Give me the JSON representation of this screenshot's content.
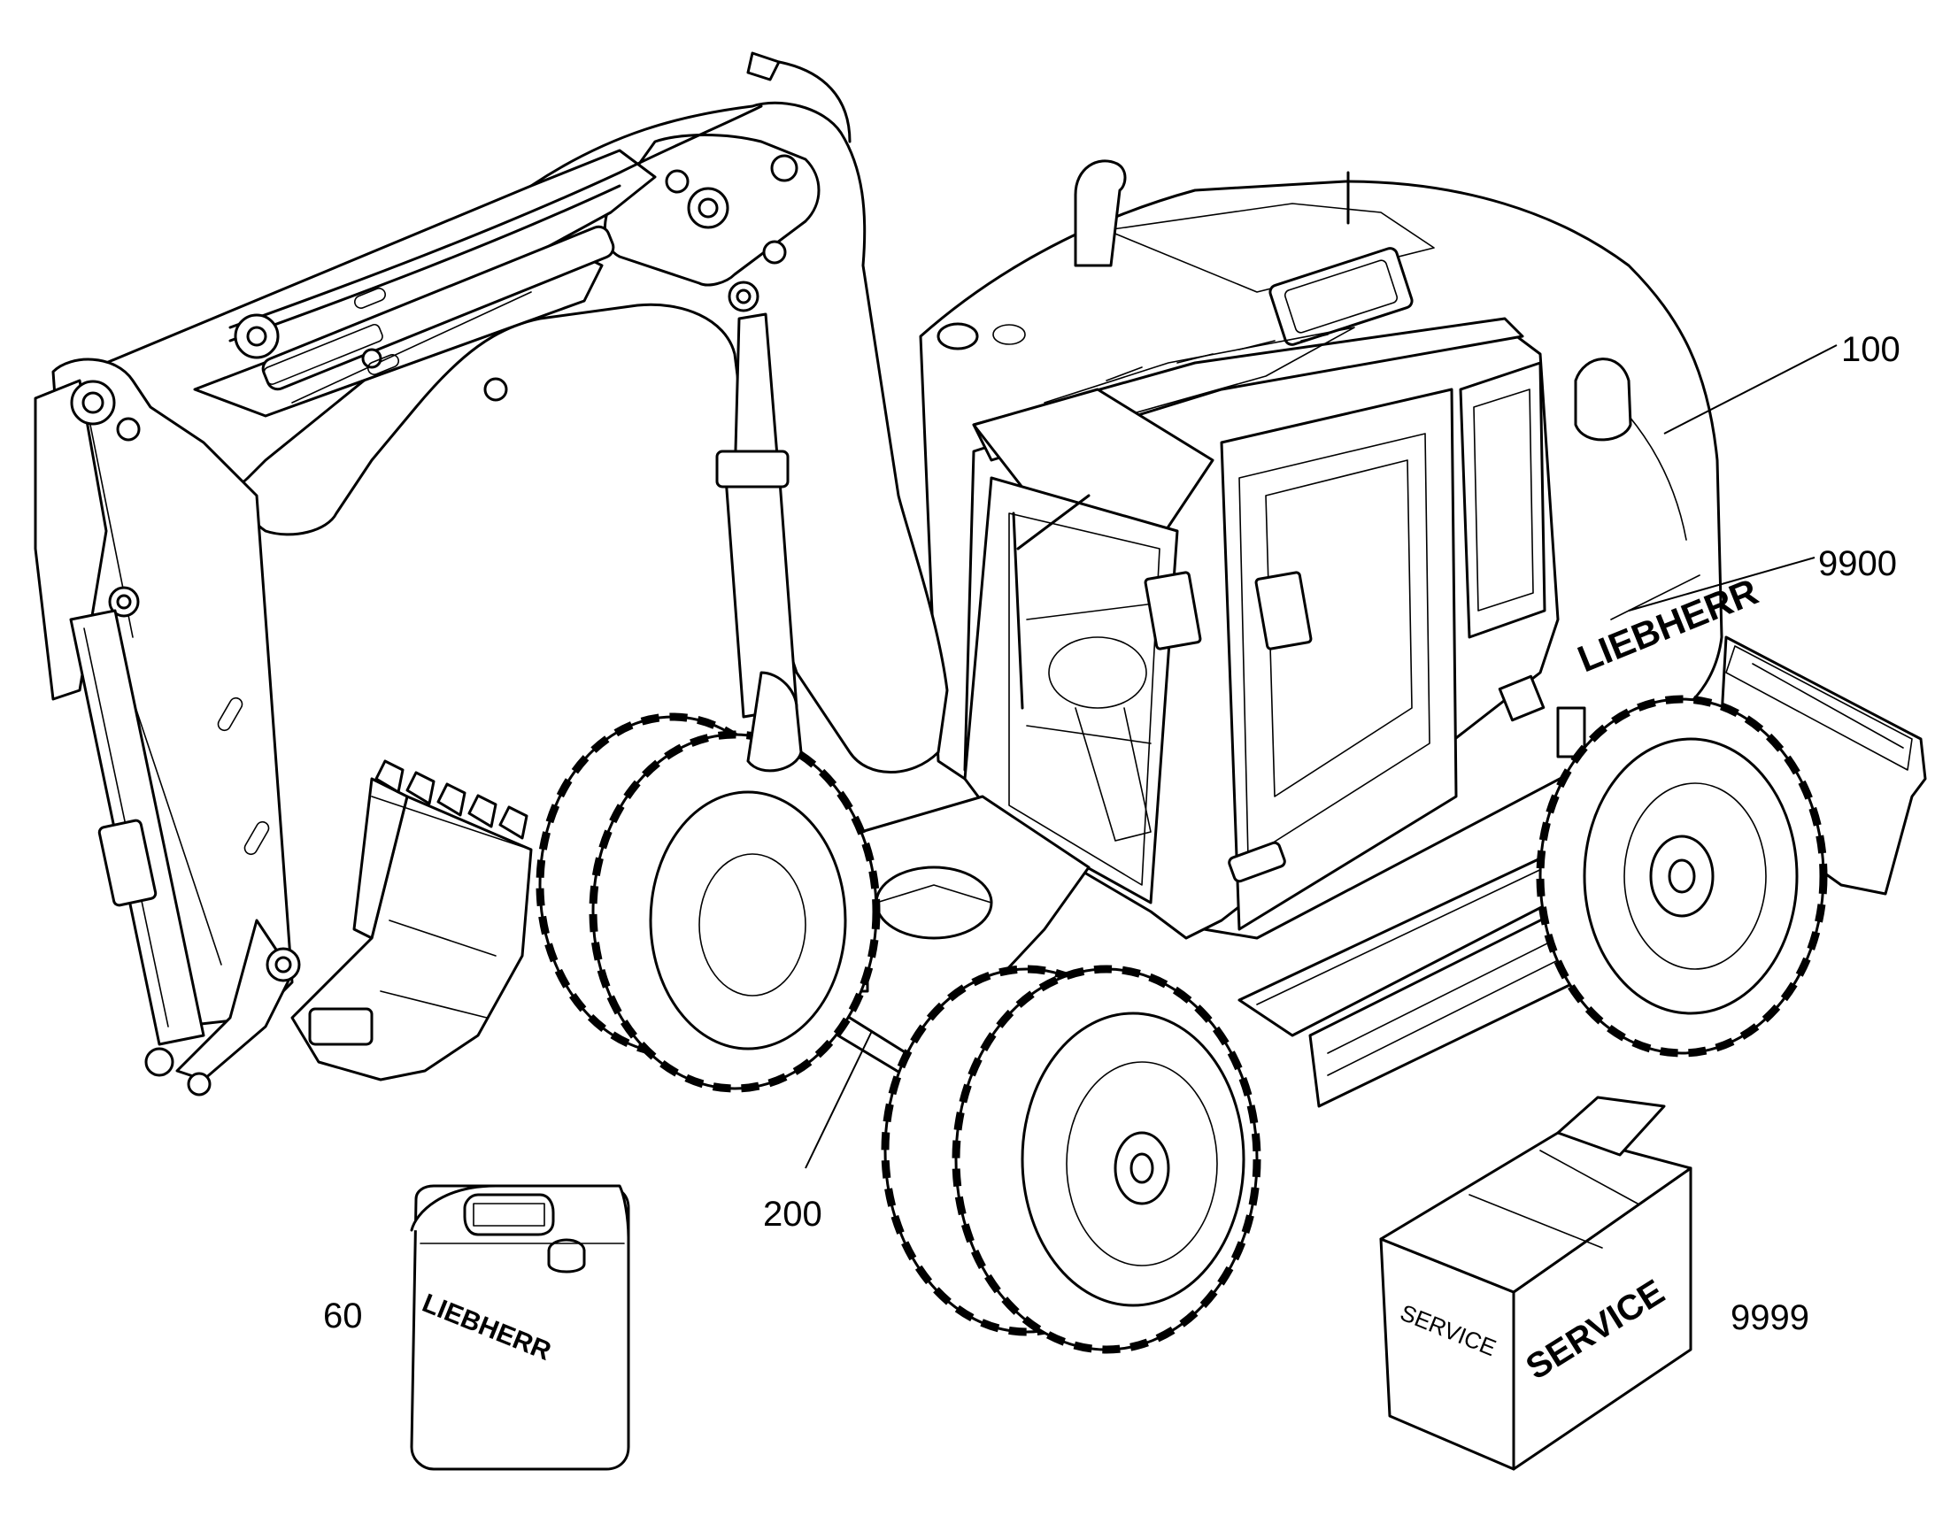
{
  "callouts": {
    "machine": "100",
    "undercarriage": "200",
    "decal": "9900",
    "service_kit": "9999",
    "fluid": "60"
  },
  "machine_brand": "LIEBHERR",
  "canister_brand": "LIEBHERR",
  "box_labels": {
    "side": "SERVICE",
    "front": "SERVICE"
  },
  "icons": [
    "excavator-illustration",
    "canister-icon",
    "service-box-icon"
  ]
}
